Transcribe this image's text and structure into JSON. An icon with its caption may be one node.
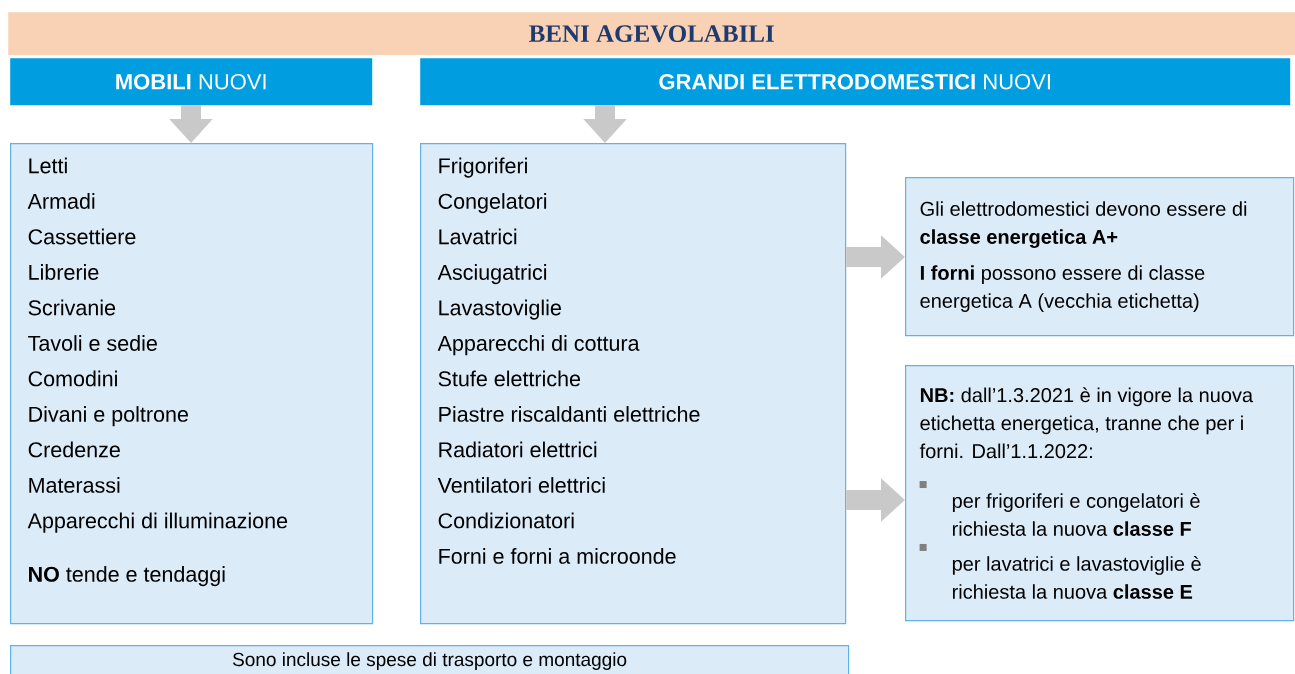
{
  "diagram": {
    "nodes": [
      {
        "text": [
          "BENI AGEVOLABILI"
        ]
      },
      {
        "text": [
          "**MOBILI** NUOVI"
        ]
      },
      {
        "text": [
          "**GRANDI ELETTRODOMESTICI** NUOVI"
        ]
      },
      {
        "text": [
          "Letti",
          "Armadi",
          "Cassettiere",
          "Librerie",
          "Scrivanie",
          "Tavoli e sedie",
          "Comodini",
          "Divani e poltrone",
          "Credenze",
          "Materassi",
          "Apparecchi di illuminazione",
          "**NO** tende e tendaggi"
        ]
      },
      {
        "text": [
          "Frigoriferi",
          "Congelatori",
          "Lavatrici",
          "Asciugatrici",
          "Lavastoviglie",
          "Apparecchi di cottura",
          "Stufe elettriche",
          "Piastre riscaldanti elettriche",
          "Radiatori elettrici",
          "Ventilatori elettrici",
          "Condizionatori",
          "Forni e forni a microonde"
        ]
      },
      {
        "text": [
          "Gli elettrodomestici devono essere di **classe energetica A+**",
          "**I forni** possono essere di classe energetica A (vecchia etichetta)"
        ]
      },
      {
        "text": [
          "**NB:** dall’1.3.2021 è in vigore la nuova etichetta energetica, tranne che per i forni. Dall’1.1.2022:",
          "per frigoriferi e congelatori è richiesta la nuova **classe F**",
          "per lavatrici e lavastoviglie è richiesta la nuova **classe E**"
        ]
      },
      {
        "text": [
          "Sono incluse le spese di trasporto e montaggio"
        ]
      }
    ],
    "edges": [
      {
        "from": 1,
        "to": 3,
        "arrow": "to"
      },
      {
        "from": 2,
        "to": 4,
        "arrow": "to"
      },
      {
        "from": 4,
        "to": 5,
        "arrow": "to"
      },
      {
        "from": 4,
        "to": 6,
        "arrow": "to"
      }
    ]
  }
}
